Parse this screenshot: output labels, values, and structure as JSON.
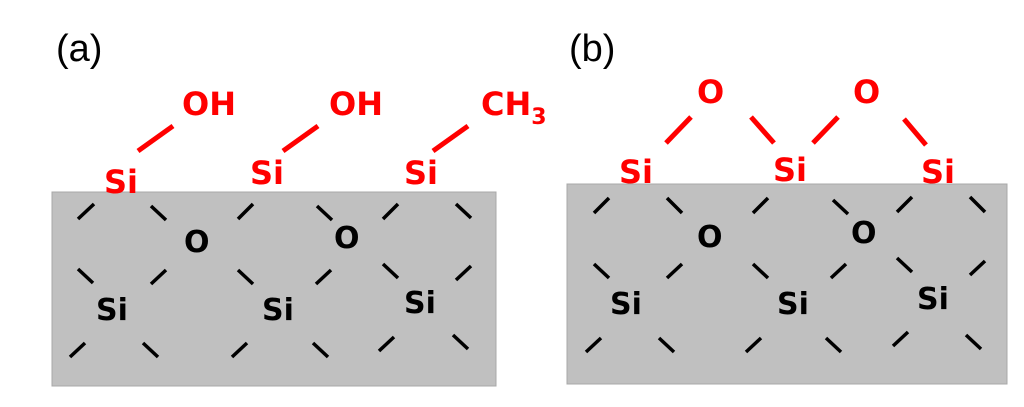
{
  "panels": {
    "a": {
      "label": "(a)",
      "surface_groups": [
        "OH",
        "OH",
        "CH3"
      ],
      "surface_group_3": {
        "base": "CH",
        "subscript": "3"
      }
    },
    "b": {
      "label": "(b)",
      "bridge_atoms": [
        "O",
        "O"
      ]
    }
  },
  "atoms": {
    "silicon": "Si",
    "oxygen": "O",
    "hydroxyl": "OH"
  },
  "colors": {
    "surface_atoms": "#ff0000",
    "bulk_atoms": "#000000",
    "substrate": "#c0c0c0"
  }
}
